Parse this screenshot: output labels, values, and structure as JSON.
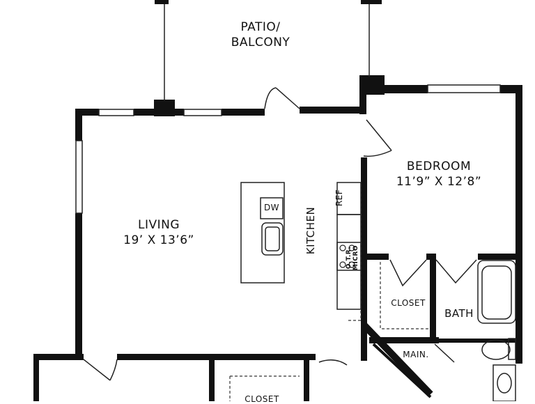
{
  "rooms": {
    "patio": {
      "line1": "PATIO/",
      "line2": "BALCONY"
    },
    "living": {
      "name": "LIVING",
      "size": "19’ X 13’6”"
    },
    "bedroom": {
      "name": "BEDROOM",
      "size": "11’9” X 12’8”"
    },
    "kitchen": {
      "name": "KITCHEN"
    },
    "closet": {
      "name": "CLOSET"
    },
    "bath": {
      "name": "BATH"
    },
    "main": {
      "name": "MAIN."
    },
    "lower_closet": {
      "name": "CLOSET"
    }
  },
  "fixtures": {
    "dw": "DW",
    "ref": "REF",
    "micro_line1": "O.T.R.",
    "micro_line2": "MICRO"
  },
  "colors": {
    "wall": "#111111",
    "line": "#222222",
    "background": "#ffffff"
  }
}
